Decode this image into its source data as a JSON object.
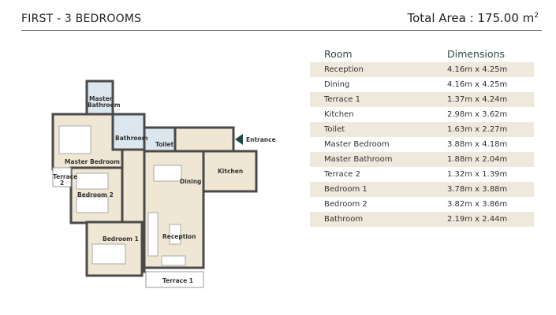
{
  "header": {
    "title": "FIRST  -  3 BEDROOMS",
    "total_area_label": "Total Area : 175.00 m",
    "area_unit_sup": "2"
  },
  "table": {
    "headers": [
      "Room",
      "Dimensions"
    ],
    "rows": [
      {
        "room": "Reception",
        "dim": "4.16m x 4.25m"
      },
      {
        "room": "Dining",
        "dim": "4.16m x 4.25m"
      },
      {
        "room": "Terrace 1",
        "dim": "1.37m x 4.24m"
      },
      {
        "room": "Kitchen",
        "dim": "2.98m x 3.62m"
      },
      {
        "room": "Toilet",
        "dim": "1.63m x 2.27m"
      },
      {
        "room": "Master Bedroom",
        "dim": "3.88m x 4.18m"
      },
      {
        "room": "Master Bathroom",
        "dim": "1.88m x 2.04m"
      },
      {
        "room": "Terrace 2",
        "dim": "1.32m x 1.39m"
      },
      {
        "room": "Bedroom 1",
        "dim": "3.78m x 3.88m"
      },
      {
        "room": "Bedroom 2",
        "dim": "3.82m x 3.86m"
      },
      {
        "room": "Bathroom",
        "dim": "2.19m x 2.44m"
      }
    ]
  },
  "plan": {
    "labels": {
      "master_bathroom_1": "Master",
      "master_bathroom_2": "Bathroom",
      "bathroom": "Bathroom",
      "toilet": "Toilet",
      "entrance": "Entrance",
      "master_bedroom": "Master Bedroom",
      "terrace2_1": "Terrace",
      "terrace2_2": "2",
      "kitchen": "Kitchen",
      "bedroom2": "Bedroom 2",
      "dining": "Dining",
      "reception": "Reception",
      "bedroom1": "Bedroom 1",
      "terrace1": "Terrace 1"
    }
  },
  "colors": {
    "floor": "#efe6d4",
    "wet": "#dbe6ee",
    "wall": "#4a4a4a",
    "entrance_arrow": "#1f4a44",
    "row_shade": "#efe8dc"
  }
}
